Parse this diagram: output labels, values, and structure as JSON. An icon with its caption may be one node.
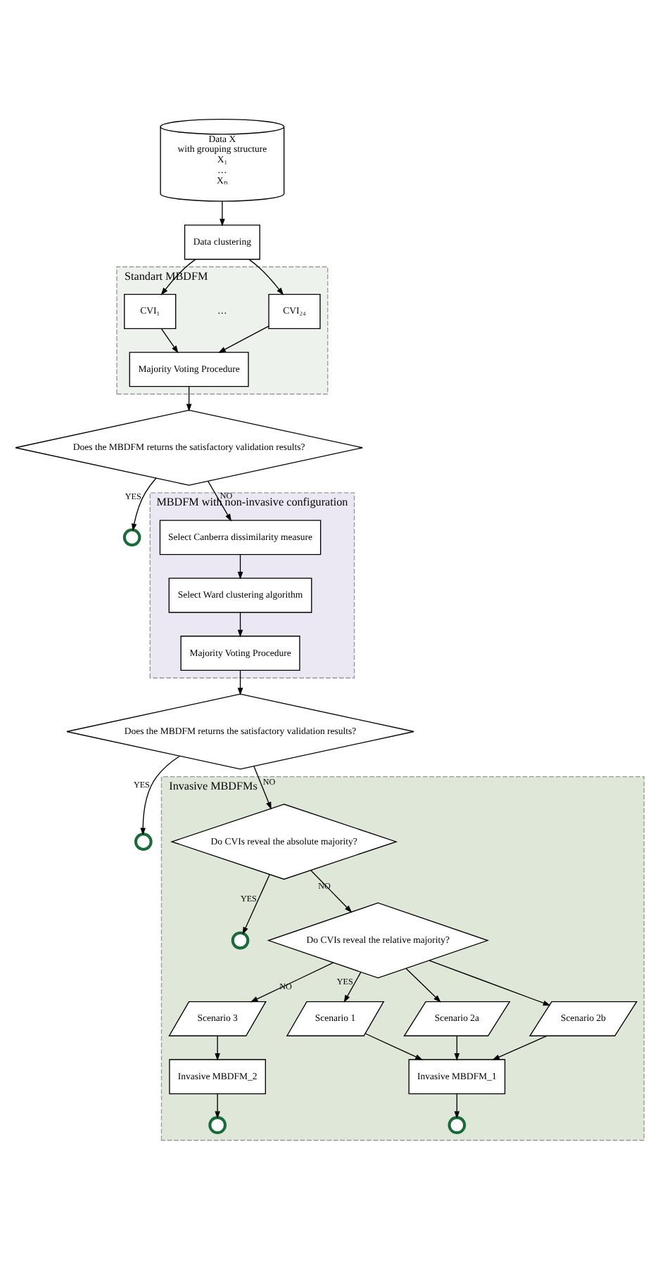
{
  "diagram": {
    "nodes": [
      {
        "text": [
          "Data X",
          "with grouping structure",
          "X₁",
          "…",
          "Xₙ"
        ]
      },
      {
        "text": [
          "Data clustering"
        ]
      },
      {
        "text": [
          "Standart MBDFM"
        ]
      },
      {
        "text": [
          "CVI₁"
        ],
        "in": 2
      },
      {
        "text": [
          "CVI₂₄"
        ],
        "in": 2
      },
      {
        "text": [
          "Majority Voting Procedure"
        ],
        "in": 2
      },
      {
        "text": [
          "Does the MBDFM returns the satisfactory validation results?"
        ]
      },
      {
        "text": [],
        "shape": "circle"
      },
      {
        "text": [
          "MBDFM with non-invasive configuration"
        ]
      },
      {
        "text": [
          "Select Canberra dissimilarity measure"
        ],
        "in": 8
      },
      {
        "text": [
          "Select Ward clustering algorithm"
        ],
        "in": 8
      },
      {
        "text": [
          "Majority Voting Procedure"
        ],
        "in": 8
      },
      {
        "text": [
          "Does the MBDFM returns the satisfactory validation results?"
        ]
      },
      {
        "text": [],
        "shape": "circle"
      },
      {
        "text": [
          "Invasive MBDFMs"
        ]
      },
      {
        "text": [
          "Do CVIs reveal the absolute majority?"
        ],
        "in": 14
      },
      {
        "text": [],
        "shape": "circle",
        "in": 14
      },
      {
        "text": [
          "Do CVIs reveal the relative majority?"
        ],
        "in": 14
      },
      {
        "text": [
          "Scenario 3"
        ],
        "in": 14
      },
      {
        "text": [
          "Scenario 1"
        ],
        "in": 14
      },
      {
        "text": [
          "Scenario 2a"
        ],
        "in": 14
      },
      {
        "text": [
          "Scenario 2b"
        ],
        "in": 14
      },
      {
        "text": [
          "Invasive MBDFM_2"
        ],
        "in": 14
      },
      {
        "text": [
          "Invasive MBDFM_1"
        ],
        "in": 14
      },
      {
        "text": [],
        "shape": "circle",
        "in": 14
      },
      {
        "text": [],
        "shape": "circle",
        "in": 14
      }
    ],
    "edges": [
      {
        "from": 0,
        "to": 1,
        "arrow": "to"
      },
      {
        "from": 1,
        "to": 3,
        "arrow": "to"
      },
      {
        "from": 1,
        "to": 4,
        "arrow": "to"
      },
      {
        "from": 3,
        "to": 5,
        "arrow": "to"
      },
      {
        "from": 4,
        "to": 5,
        "arrow": "to"
      },
      {
        "from": 5,
        "to": 6,
        "arrow": "to"
      },
      {
        "from": 6,
        "to": 7,
        "arrow": "to",
        "label": "YES"
      },
      {
        "from": 6,
        "to": 9,
        "arrow": "to",
        "label": "NO"
      },
      {
        "from": 9,
        "to": 10,
        "arrow": "to"
      },
      {
        "from": 10,
        "to": 11,
        "arrow": "to"
      },
      {
        "from": 11,
        "to": 12,
        "arrow": "to"
      },
      {
        "from": 12,
        "to": 13,
        "arrow": "to",
        "label": "YES"
      },
      {
        "from": 12,
        "to": 15,
        "arrow": "to",
        "label": "NO"
      },
      {
        "from": 15,
        "to": 16,
        "arrow": "to",
        "label": "YES"
      },
      {
        "from": 15,
        "to": 17,
        "arrow": "to",
        "label": "NO"
      },
      {
        "from": 17,
        "to": 18,
        "arrow": "to",
        "label": "NO"
      },
      {
        "from": 17,
        "to": 19,
        "arrow": "to",
        "label": "YES"
      },
      {
        "from": 17,
        "to": 20,
        "arrow": "to"
      },
      {
        "from": 17,
        "to": 21,
        "arrow": "to"
      },
      {
        "from": 18,
        "to": 22,
        "arrow": "to"
      },
      {
        "from": 19,
        "to": 23,
        "arrow": "to"
      },
      {
        "from": 20,
        "to": 23,
        "arrow": "to"
      },
      {
        "from": 21,
        "to": 23,
        "arrow": "to"
      },
      {
        "from": 22,
        "to": 24,
        "arrow": "to"
      },
      {
        "from": 23,
        "to": 25,
        "arrow": "to"
      }
    ],
    "labels": [
      "…"
    ]
  }
}
